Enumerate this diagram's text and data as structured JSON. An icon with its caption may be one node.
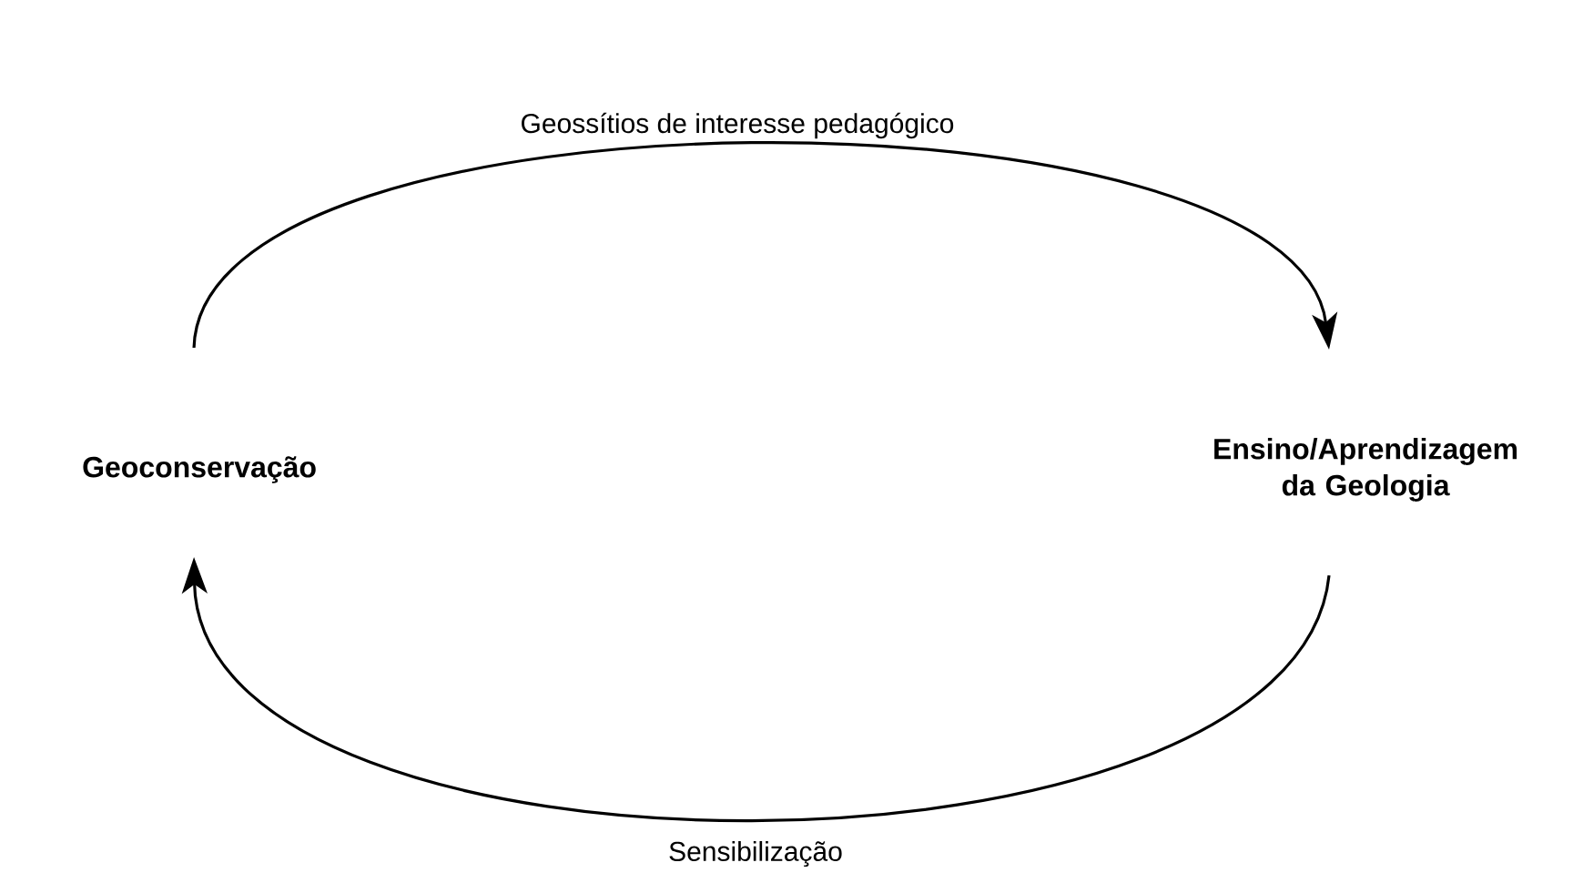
{
  "diagram": {
    "nodes": [
      {
        "text": [
          "Geoconservação"
        ]
      },
      {
        "text": [
          "Ensino/Aprendizagem da Geologia"
        ]
      }
    ],
    "edges": [
      {
        "from": 0,
        "to": 1,
        "arrow": "to",
        "label": "Geossítios de interesse pedagógico"
      },
      {
        "from": 1,
        "to": 0,
        "arrow": "to",
        "label": "Sensibilização"
      }
    ]
  }
}
